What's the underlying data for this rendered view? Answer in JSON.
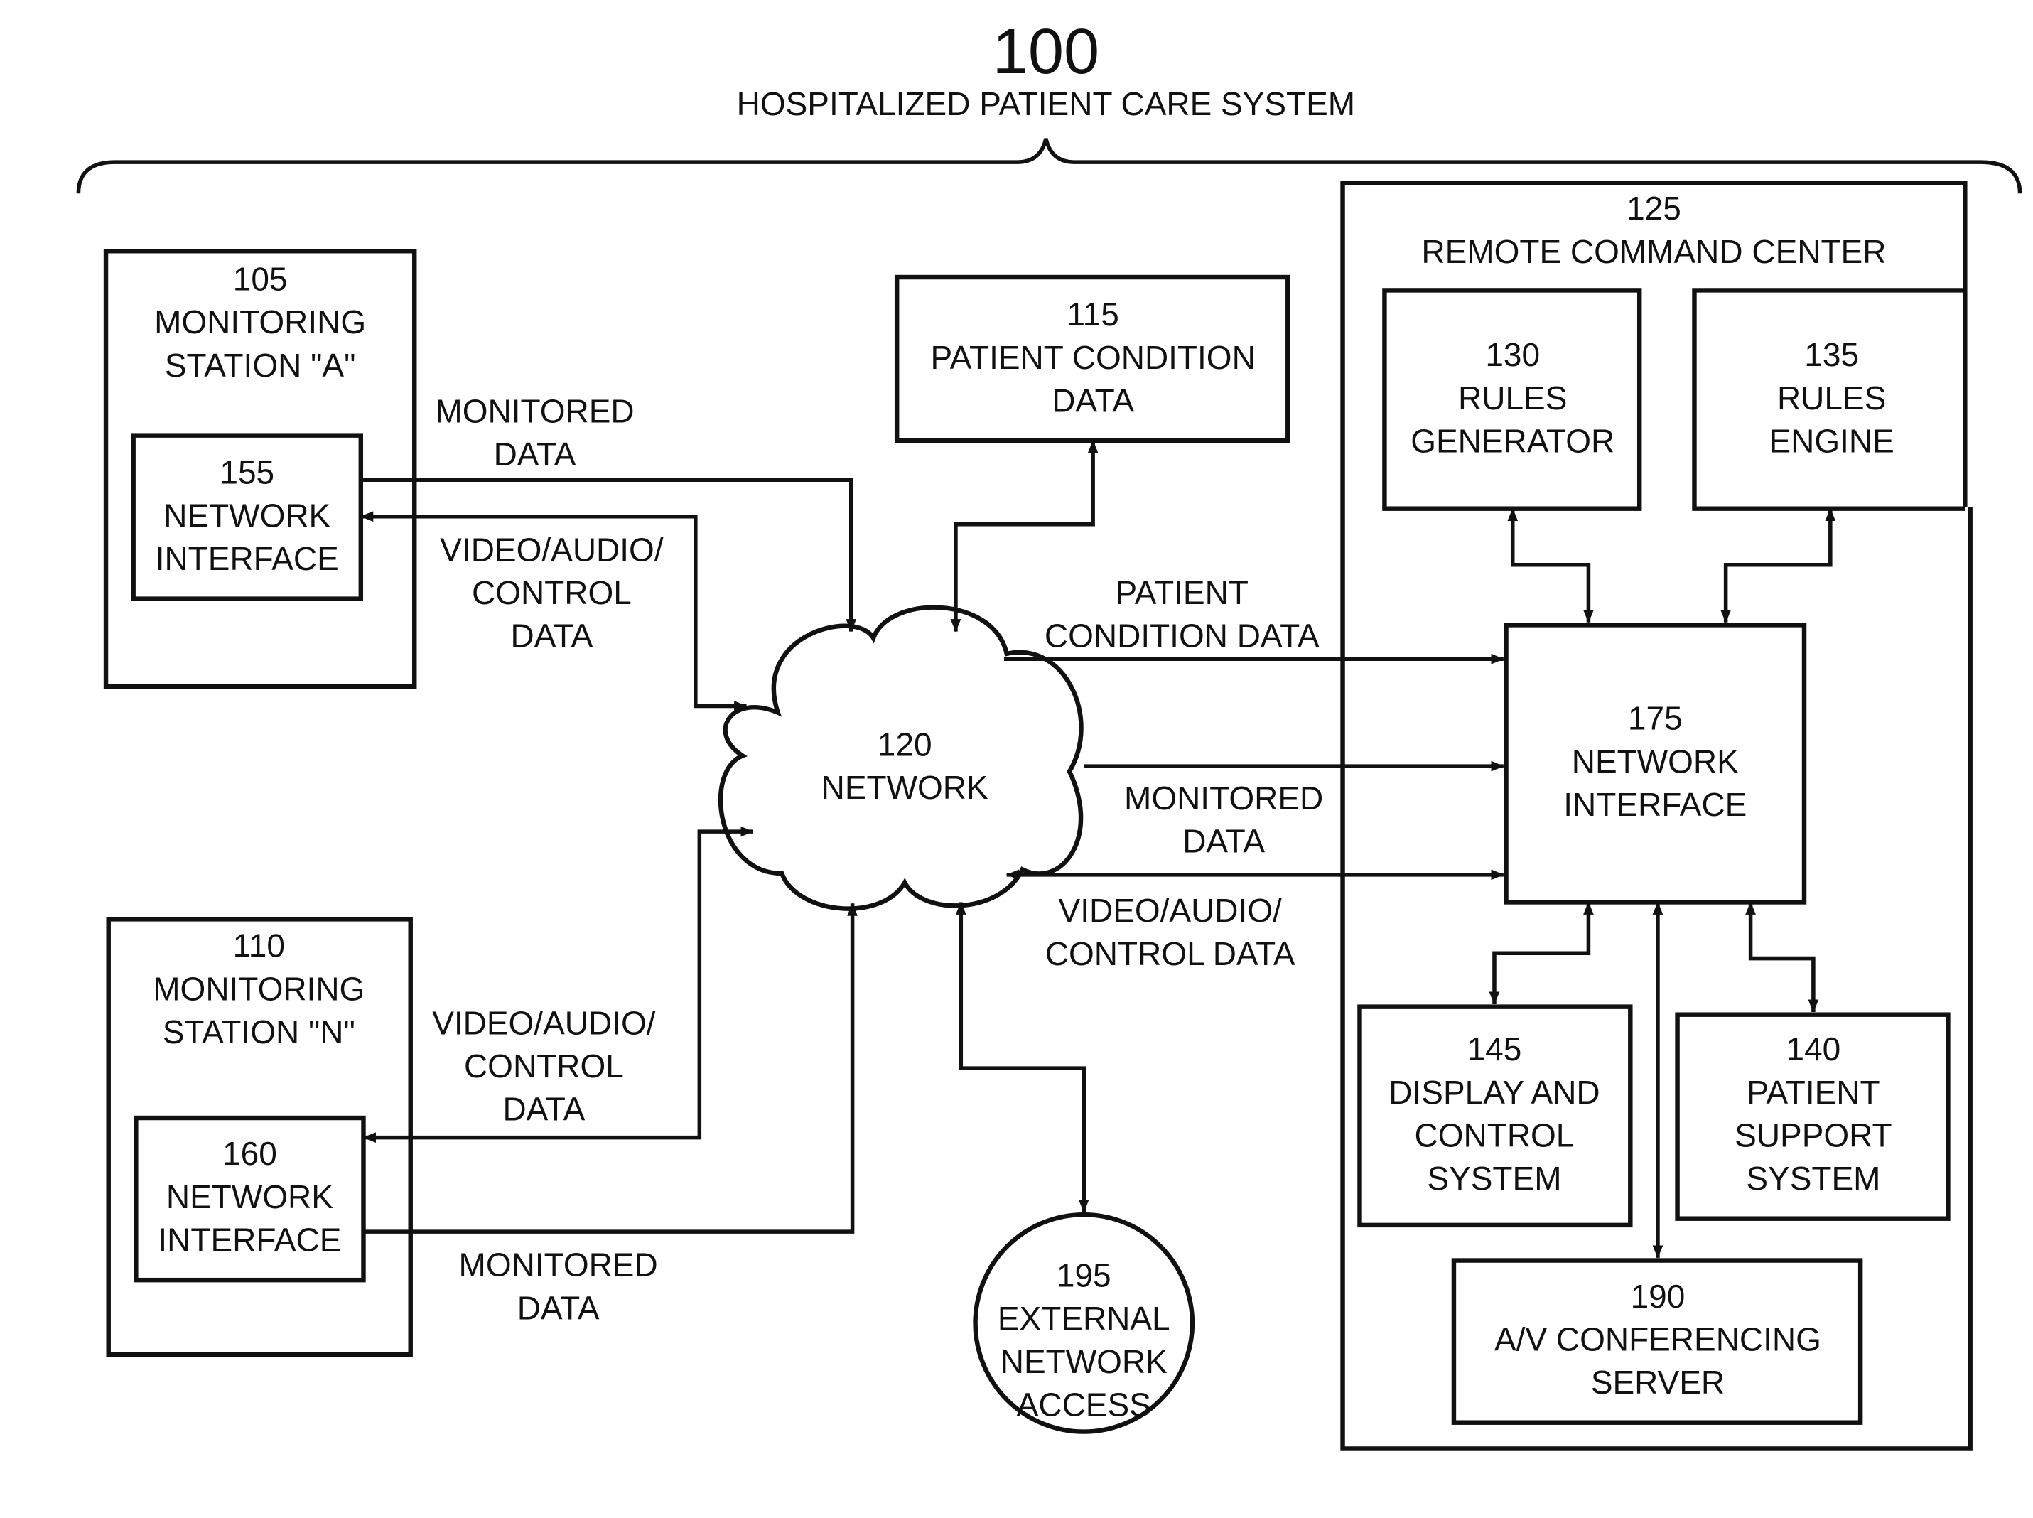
{
  "system": {
    "number": "100",
    "title": "HOSPITALIZED PATIENT CARE SYSTEM"
  },
  "station_a": {
    "number": "105",
    "line1": "MONITORING",
    "line2": "STATION \"A\""
  },
  "station_a_ni": {
    "number": "155",
    "line1": "NETWORK",
    "line2": "INTERFACE"
  },
  "station_n": {
    "number": "110",
    "line1": "MONITORING",
    "line2": "STATION \"N\""
  },
  "station_n_ni": {
    "number": "160",
    "line1": "NETWORK",
    "line2": "INTERFACE"
  },
  "patient_condition_data": {
    "number": "115",
    "line1": "PATIENT CONDITION",
    "line2": "DATA"
  },
  "network": {
    "number": "120",
    "label": "NETWORK"
  },
  "remote_command_center": {
    "number": "125",
    "label": "REMOTE COMMAND CENTER"
  },
  "rules_generator": {
    "number": "130",
    "line1": "RULES",
    "line2": "GENERATOR"
  },
  "rules_engine": {
    "number": "135",
    "line1": "RULES",
    "line2": "ENGINE"
  },
  "rcc_ni": {
    "number": "175",
    "line1": "NETWORK",
    "line2": "INTERFACE"
  },
  "display_control": {
    "number": "145",
    "line1": "DISPLAY AND",
    "line2": "CONTROL",
    "line3": "SYSTEM"
  },
  "patient_support": {
    "number": "140",
    "line1": "PATIENT",
    "line2": "SUPPORT",
    "line3": "SYSTEM"
  },
  "av_server": {
    "number": "190",
    "line1": "A/V CONFERENCING",
    "line2": "SERVER"
  },
  "external_access": {
    "number": "195",
    "line1": "EXTERNAL",
    "line2": "NETWORK",
    "line3": "ACCESS"
  },
  "flow_labels": {
    "a_monitored": {
      "line1": "MONITORED",
      "line2": "DATA"
    },
    "a_video": {
      "line1": "VIDEO/AUDIO/",
      "line2": "CONTROL",
      "line3": "DATA"
    },
    "n_video": {
      "line1": "VIDEO/AUDIO/",
      "line2": "CONTROL",
      "line3": "DATA"
    },
    "n_monitored": {
      "line1": "MONITORED",
      "line2": "DATA"
    },
    "rcc_patient_condition": {
      "line1": "PATIENT",
      "line2": "CONDITION DATA"
    },
    "rcc_monitored": {
      "line1": "MONITORED",
      "line2": "DATA"
    },
    "rcc_video": {
      "line1": "VIDEO/AUDIO/",
      "line2": "CONTROL DATA"
    }
  }
}
